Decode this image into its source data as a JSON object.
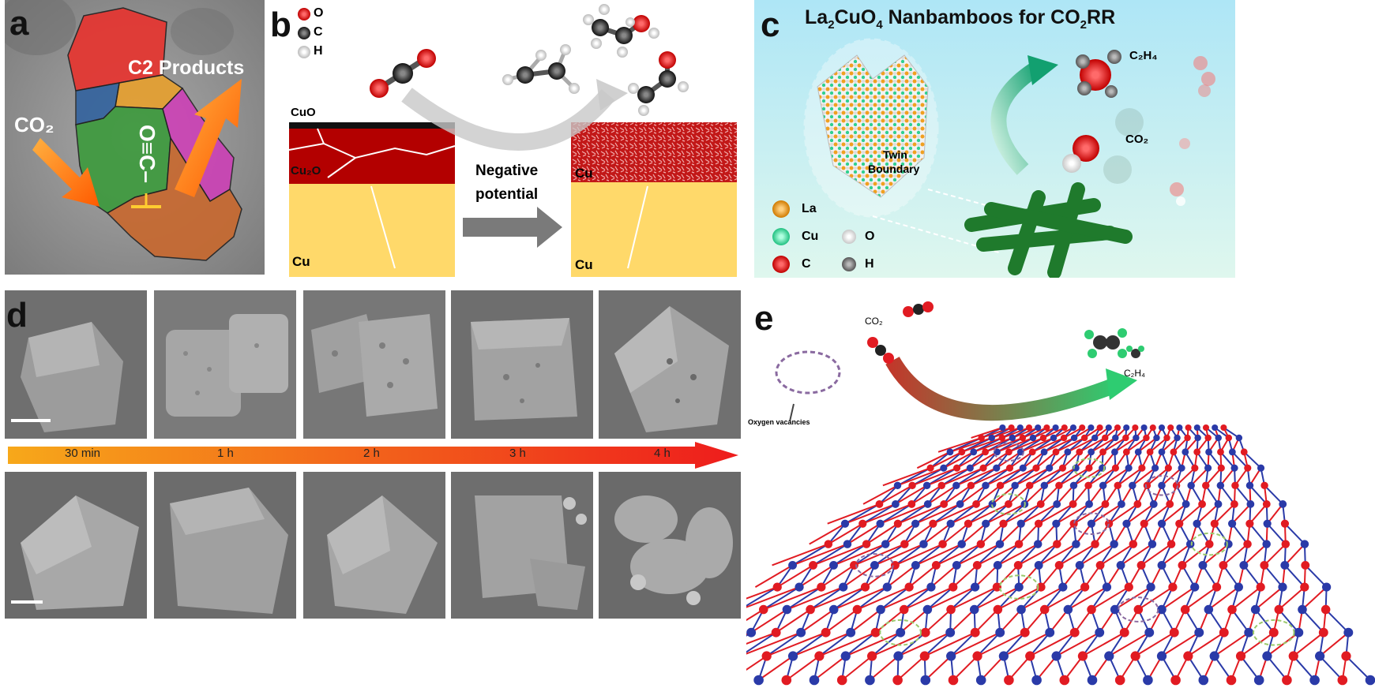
{
  "panels": {
    "a": {
      "label": "a",
      "co2": "CO₂",
      "c2": "C2 Products",
      "adsorbate": "O≡C–"
    },
    "b": {
      "label": "b",
      "legend": [
        {
          "sym": "O",
          "color": "#e0201e"
        },
        {
          "sym": "C",
          "color": "#3a3a3a"
        },
        {
          "sym": "H",
          "color": "#e8e8e8"
        }
      ],
      "layers": {
        "cuo": "CuO",
        "cu2o": "Cu₂O",
        "cu": "Cu",
        "cu_right_top": "Cu",
        "cu_right_bottom": "Cu"
      },
      "arrow_label_1": "Negative",
      "arrow_label_2": "potential"
    },
    "c": {
      "label": "c",
      "title_parts": [
        "La",
        "2",
        "CuO",
        "4",
        " Nanbamboos for CO",
        "2",
        "RR"
      ],
      "twin_1": "Twin",
      "twin_2": "Boundary",
      "legend": [
        {
          "sym": "La",
          "color": "#f0a020"
        },
        {
          "sym": "Cu",
          "color": "#3ee0a8"
        },
        {
          "sym": "O",
          "color": "#f2f2f2"
        },
        {
          "sym": "C",
          "color": "#e0201e"
        },
        {
          "sym": "H",
          "color": "#4a5a5a"
        }
      ],
      "product_1": "C₂H₄",
      "product_2": "CO₂"
    },
    "d": {
      "label": "d",
      "times": [
        "30 min",
        "1 h",
        "2 h",
        "3 h",
        "4 h"
      ]
    },
    "e": {
      "label": "e",
      "co2": "CO₂",
      "c2h4": "C₂H₄",
      "vacancy": "Oxygen vacancies"
    }
  },
  "colors": {
    "orange_arrow": "#ff6a10",
    "cu_yellow": "#ffd96a",
    "cu2o_red": "#b00000",
    "lattice_red": "#e11b22",
    "lattice_blue": "#2a3aa8"
  }
}
